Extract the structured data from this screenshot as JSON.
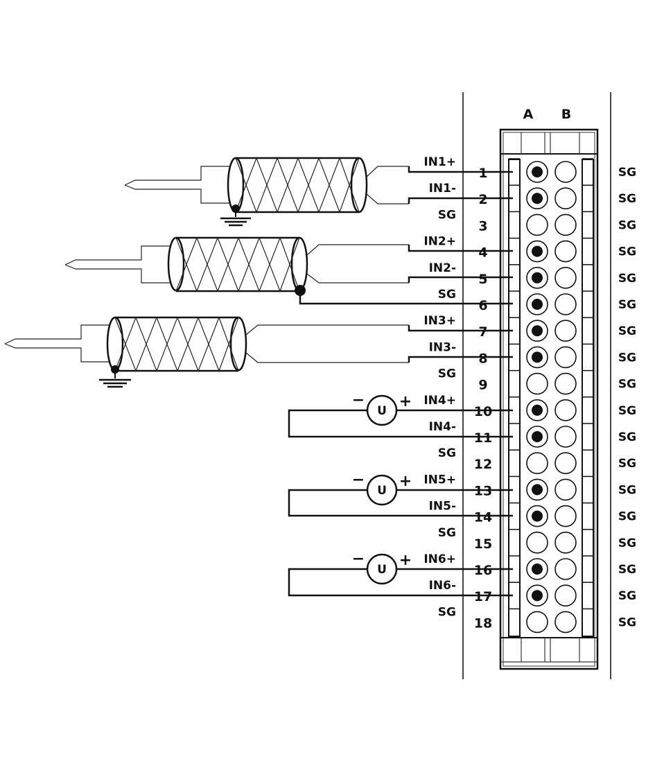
{
  "columns": {
    "a": "A",
    "b": "B"
  },
  "pins": [
    {
      "num": "1",
      "label": "IN1+",
      "right": "SG",
      "a_filled": true
    },
    {
      "num": "2",
      "label": "IN1-",
      "right": "SG",
      "a_filled": true
    },
    {
      "num": "3",
      "label": "SG",
      "right": "SG",
      "a_filled": false
    },
    {
      "num": "4",
      "label": "IN2+",
      "right": "SG",
      "a_filled": true
    },
    {
      "num": "5",
      "label": "IN2-",
      "right": "SG",
      "a_filled": true
    },
    {
      "num": "6",
      "label": "SG",
      "right": "SG",
      "a_filled": true
    },
    {
      "num": "7",
      "label": "IN3+",
      "right": "SG",
      "a_filled": true
    },
    {
      "num": "8",
      "label": "IN3-",
      "right": "SG",
      "a_filled": true
    },
    {
      "num": "9",
      "label": "SG",
      "right": "SG",
      "a_filled": false
    },
    {
      "num": "10",
      "label": "IN4+",
      "right": "SG",
      "a_filled": true
    },
    {
      "num": "11",
      "label": "IN4-",
      "right": "SG",
      "a_filled": true
    },
    {
      "num": "12",
      "label": "SG",
      "right": "SG",
      "a_filled": false
    },
    {
      "num": "13",
      "label": "IN5+",
      "right": "SG",
      "a_filled": true
    },
    {
      "num": "14",
      "label": "IN5-",
      "right": "SG",
      "a_filled": true
    },
    {
      "num": "15",
      "label": "SG",
      "right": "SG",
      "a_filled": false
    },
    {
      "num": "16",
      "label": "IN6+",
      "right": "SG",
      "a_filled": true
    },
    {
      "num": "17",
      "label": "IN6-",
      "right": "SG",
      "a_filled": true
    },
    {
      "num": "18",
      "label": "SG",
      "right": "SG",
      "a_filled": false
    }
  ],
  "sources": [
    {
      "symbol": "U",
      "minus": "−",
      "plus": "+"
    },
    {
      "symbol": "U",
      "minus": "−",
      "plus": "+"
    },
    {
      "symbol": "U",
      "minus": "−",
      "plus": "+"
    }
  ],
  "colors": {
    "ink": "#111111",
    "background": "#ffffff"
  }
}
